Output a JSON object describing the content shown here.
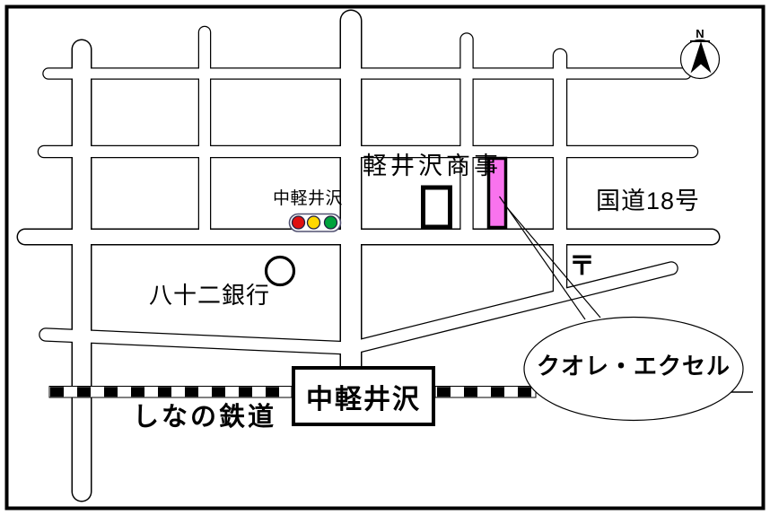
{
  "labels": {
    "company_building": "軽井沢商事",
    "national_route": "国道18号",
    "signal_name": "中軽井沢",
    "bank": "八十二銀行",
    "railway_line": "しなの鉄道",
    "station": "中軽井沢",
    "destination": "クオレ・エクセル",
    "post_office_mark": "〒",
    "compass_north": "N"
  },
  "icons": {
    "traffic_light": "traffic-light-icon",
    "compass": "north-compass-icon",
    "post_office": "postal-mark",
    "bank_marker": "circle-marker",
    "railway": "railway-track-line",
    "destination_marker": "pink-building-rectangle"
  },
  "colors": {
    "destination_fill": "#F973EE",
    "signal_red": "#E01010",
    "signal_yellow": "#FFD800",
    "signal_green": "#00A33C",
    "line": "#000000",
    "background": "#FFFFFF"
  }
}
